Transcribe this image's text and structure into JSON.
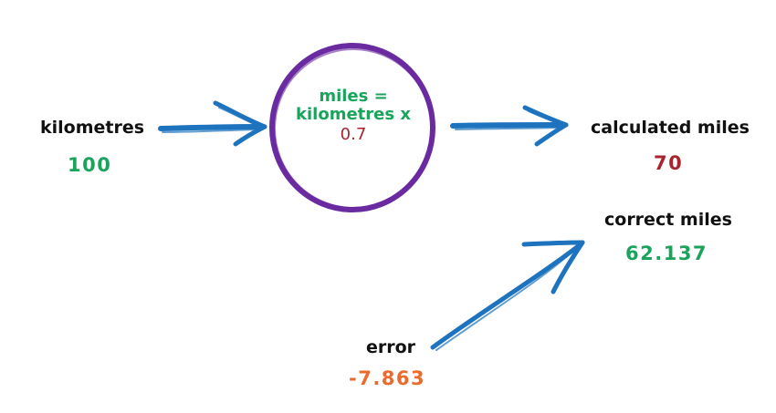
{
  "input": {
    "label": "kilometres",
    "value": "100"
  },
  "model": {
    "formula_line1": "miles =",
    "formula_line2": "kilometres x",
    "coefficient": "0.7"
  },
  "output": {
    "label": "calculated miles",
    "value": "70"
  },
  "target": {
    "label": "correct miles",
    "value": "62.137"
  },
  "error": {
    "label": "error",
    "value": "-7.863"
  },
  "colors": {
    "arrow": "#1e73be",
    "circle": "#6a2aa0",
    "green": "#1aa35a",
    "red": "#a8242f",
    "orange": "#ec6a2c",
    "text": "#111111"
  }
}
